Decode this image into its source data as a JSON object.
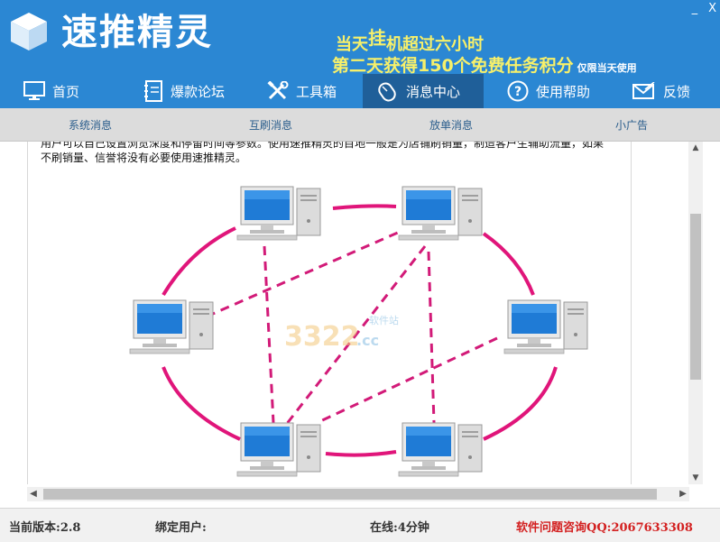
{
  "app": {
    "title": "速推精灵"
  },
  "promo": {
    "line1_a": "当天",
    "line1_b": "挂",
    "line1_c": "机超过六小时",
    "line2": "第二天获得150个免费任务积分",
    "line2_note": "仅限当天使用"
  },
  "window": {
    "minimize": "_",
    "close": "X"
  },
  "nav": {
    "items": [
      {
        "label": "首页",
        "icon": "monitor-icon"
      },
      {
        "label": "爆款论坛",
        "icon": "notebook-icon"
      },
      {
        "label": "工具箱",
        "icon": "tools-icon"
      },
      {
        "label": "消息中心",
        "icon": "mouse-icon",
        "active": true
      },
      {
        "label": "使用帮助",
        "icon": "question-icon"
      },
      {
        "label": "反馈",
        "icon": "envelope-icon"
      }
    ]
  },
  "subnav": {
    "items": [
      "系统消息",
      "互刷消息",
      "放单消息",
      "小广告"
    ]
  },
  "content": {
    "para_line1": "用户可以自己设置浏览深度和停留时间等参数。使用速推精灵的目地一般是为店铺刷销量，制造客户生辅助流量，如果",
    "para_line2": "不刷销量、信誉将没有必要使用速推精灵。",
    "watermark_num": "3322",
    "watermark_tld": ".cc",
    "watermark_text": "软件站"
  },
  "colors": {
    "header": "#2b87d3",
    "nav_active": "#1f5f99",
    "promo": "#f7f06a",
    "network_line": "#e0157a",
    "support": "#d32020"
  },
  "status": {
    "version_label": "当前版本:",
    "version": "2.8",
    "bound_label": "绑定用户:",
    "online_label": "在线:",
    "online_value": "4",
    "online_unit": "分钟",
    "support": "软件问题咨询QQ:2067633308"
  }
}
